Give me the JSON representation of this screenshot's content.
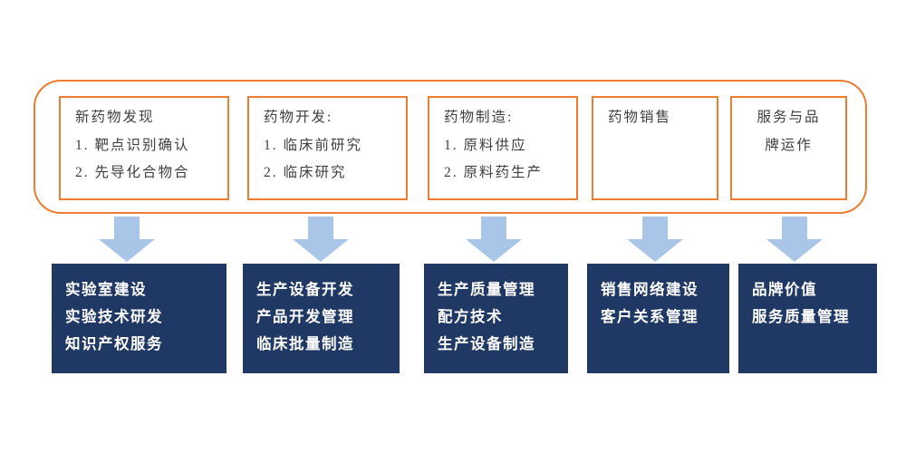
{
  "colors": {
    "orange": "#ED7D31",
    "navy": "#1F3864",
    "arrow": "#A9C6E9",
    "ink": "#3F3F3F"
  },
  "chain": {
    "stages": [
      {
        "name": "drug-discovery",
        "lines": [
          "新药物发现",
          "1. 靶点识别确认",
          "2. 先导化合物合"
        ]
      },
      {
        "name": "drug-development",
        "lines": [
          "药物开发:",
          "1. 临床前研究",
          "2. 临床研究"
        ]
      },
      {
        "name": "drug-manufacturing",
        "lines": [
          "药物制造:",
          "1. 原料供应",
          "2. 原料药生产"
        ]
      },
      {
        "name": "drug-sales",
        "lines": [
          "药物销售"
        ]
      },
      {
        "name": "service-and-brand",
        "lines": [
          "服务与品",
          "牌运作"
        ]
      }
    ],
    "services": [
      {
        "name": "lab-services",
        "lines": [
          "实验室建设",
          "实验技术研发",
          "知识产权服务"
        ]
      },
      {
        "name": "production-dev",
        "lines": [
          "生产设备开发",
          "产品开发管理",
          "临床批量制造"
        ]
      },
      {
        "name": "quality-management",
        "lines": [
          "生产质量管理",
          "配方技术",
          "生产设备制造"
        ]
      },
      {
        "name": "sales-network",
        "lines": [
          "销售网络建设",
          "客户关系管理"
        ]
      },
      {
        "name": "brand-value",
        "lines": [
          "品牌价值",
          "服务质量管理"
        ]
      }
    ]
  }
}
